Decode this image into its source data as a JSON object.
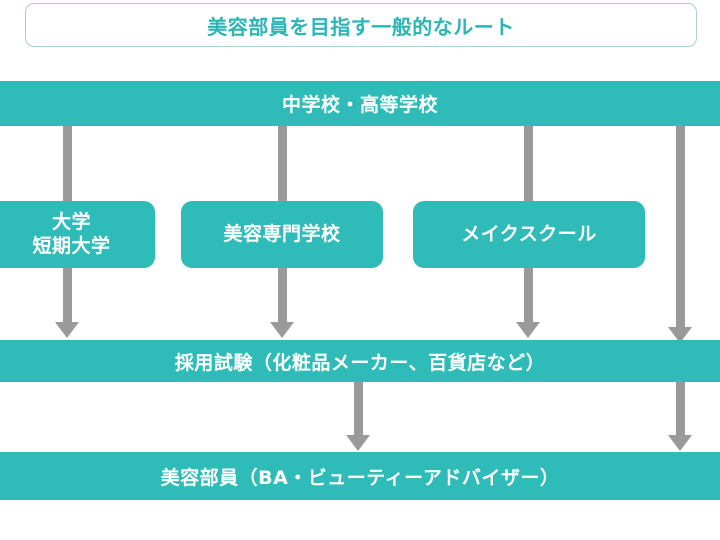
{
  "diagram": {
    "title": "美容部員を目指す一般的なルート",
    "accent_color": "#2fbcb9",
    "title_color": "#2bb5b5",
    "connector_color": "#9a9a9a",
    "background_color": "#ffffff",
    "nodes": {
      "school": "中学校・高等学校",
      "university": "大学\n短期大学",
      "beauty_school": "美容専門学校",
      "makeup_school": "メイクスクール",
      "exam": "採用試験（化粧品メーカー、百貨店など）",
      "job": "美容部員（BA・ビューティーアドバイザー）"
    }
  }
}
